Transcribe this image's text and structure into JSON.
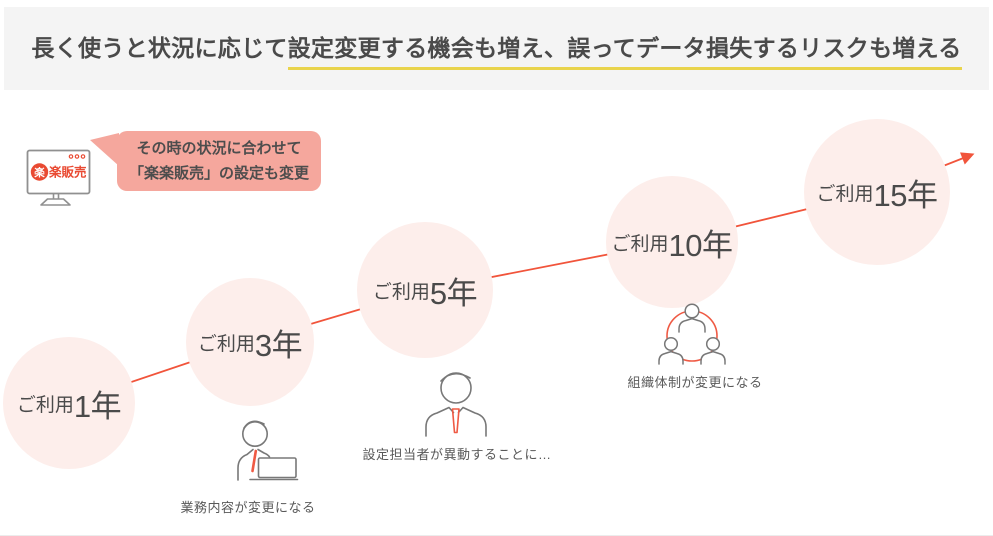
{
  "header": {
    "title_plain": "長く使うと状況に応じて",
    "title_underlined": "設定変更する機会も増え、誤ってデータ損失するリスクも増える",
    "underline_color": "#e9d44c",
    "bg_color": "#f4f4f4",
    "text_color": "#4a4a4a"
  },
  "callout": {
    "line1": "その時の状況に合わせて",
    "line2": "「楽楽販売」の設定も変更",
    "bg_color": "#f5a79d",
    "text_color": "#4d4d4d"
  },
  "monitor": {
    "logo_circle_char": "楽",
    "logo_text": "楽販売",
    "brand_red": "#e94a32",
    "frame_color": "#909090"
  },
  "timeline": {
    "line_color": "#f1543b",
    "circle_fill": "#fdeeeb",
    "label_color": "#4a4a4a",
    "milestones": [
      {
        "prefix": "ご利用",
        "value": "1年"
      },
      {
        "prefix": "ご利用",
        "value": "3年"
      },
      {
        "prefix": "ご利用",
        "value": "5年"
      },
      {
        "prefix": "ご利用",
        "value": "10年"
      },
      {
        "prefix": "ご利用",
        "value": "15年"
      }
    ]
  },
  "events": [
    {
      "icon": "person-at-laptop",
      "caption": "業務内容が変更になる"
    },
    {
      "icon": "person-bust",
      "caption": "設定担当者が異動することに…"
    },
    {
      "icon": "team-cycle",
      "caption": "組織体制が変更になる"
    }
  ]
}
